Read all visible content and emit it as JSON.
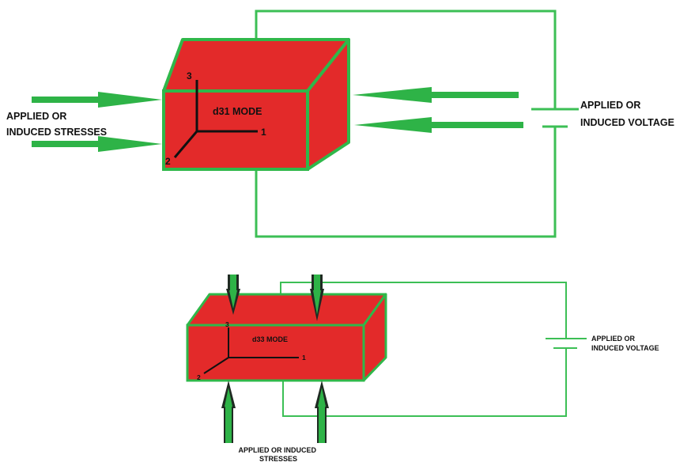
{
  "colors": {
    "body": "#e32a2a",
    "edge": "#2fb84a",
    "wire": "#3cbf55",
    "arrow": "#2eb347",
    "axis": "#111111",
    "text": "#111111"
  },
  "top_diagram": {
    "mode_label": "d31 MODE",
    "axis_labels": {
      "axis1": "1",
      "axis2": "2",
      "axis3": "3"
    },
    "stress_label": {
      "line1": "APPLIED OR",
      "line2": "INDUCED STRESSES"
    },
    "voltage_label": {
      "line1": "APPLIED OR",
      "line2": "INDUCED VOLTAGE"
    }
  },
  "bottom_diagram": {
    "mode_label": "d33 MODE",
    "axis_labels": {
      "axis1": "1",
      "axis2": "2",
      "axis3": "3"
    },
    "stress_label": {
      "line1": "APPLIED OR INDUCED",
      "line2": "STRESSES"
    },
    "voltage_label": {
      "line1": "APPLIED OR",
      "line2": "INDUCED VOLTAGE"
    }
  }
}
